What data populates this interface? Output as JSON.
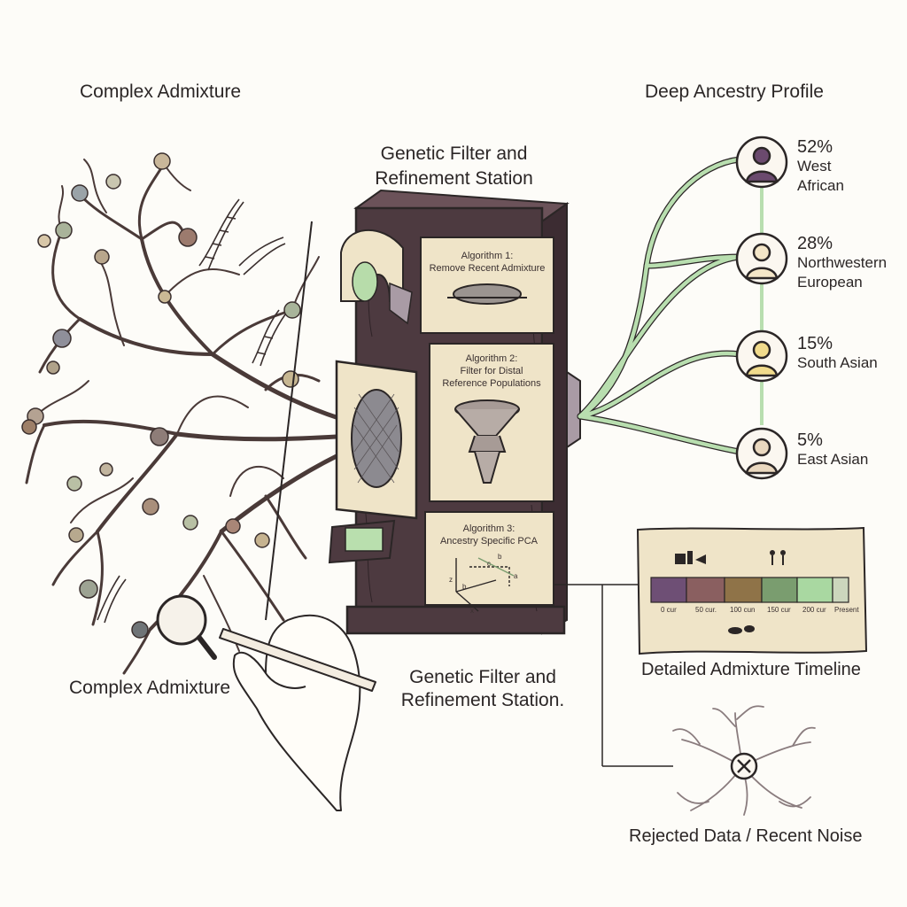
{
  "labels": {
    "left_top": "Complex Admixture",
    "left_bottom": "Complex Admixture",
    "center_top": [
      "Genetic Filter and",
      "Refinement Station"
    ],
    "center_bottom": [
      "Genetic Filter and",
      "Refinement Station."
    ],
    "right_top": "Deep Ancestry Profile",
    "timeline_title": "Detailed Admixture Timeline",
    "rejected": "Rejected Data / Recent Noise"
  },
  "algorithms": [
    {
      "line1": "Algorithm 1:",
      "line2": "Remove Recent Admixture",
      "line3": ""
    },
    {
      "line1": "Algorithm 2:",
      "line2": "Filter for Distal",
      "line3": "Reference Populations"
    },
    {
      "line1": "Algorithm 3:",
      "line2": "Ancestry Specific PCA",
      "line3": ""
    }
  ],
  "pca_axes": [
    "z",
    "x",
    "c",
    "b",
    "a",
    "b"
  ],
  "ancestry": [
    {
      "percent": "52%",
      "name1": "West",
      "name2": "African",
      "color": "#6b4a6e"
    },
    {
      "percent": "28%",
      "name1": "Northwestern",
      "name2": "European",
      "color": "#f4e6c8"
    },
    {
      "percent": "15%",
      "name1": "South Asian",
      "name2": "",
      "color": "#f1db8c"
    },
    {
      "percent": "5%",
      "name1": "East Asian",
      "name2": "",
      "color": "#ead8bf"
    }
  ],
  "timeline": {
    "ticks": [
      "0 cur",
      "50 cur.",
      "100 cun",
      "150 cur",
      "200 cur",
      "Present"
    ],
    "colors": [
      "#6e4f75",
      "#8a5f60",
      "#8f7348",
      "#7a9d6f",
      "#a9d8a1",
      "#ccd6bd"
    ]
  },
  "colors": {
    "ink": "#2b2626",
    "machine": "#4d3a40",
    "parchment": "#efe4c8",
    "line_green": "#b8deaf"
  }
}
